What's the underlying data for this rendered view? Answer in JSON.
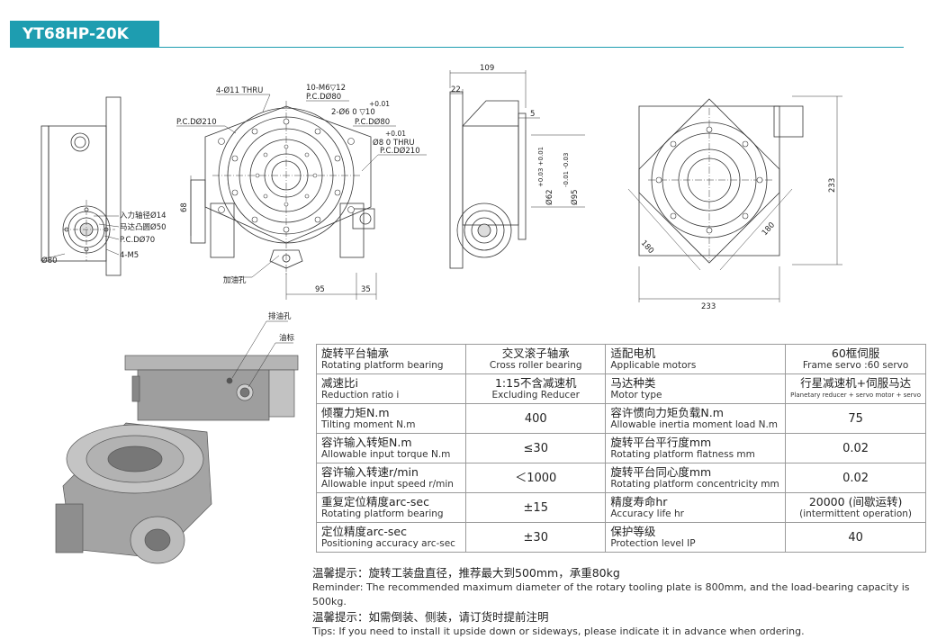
{
  "header": {
    "model": "YT68HP-20K"
  },
  "drawing_labels": {
    "front": {
      "thru11": "4-Ø11 THRU",
      "pcd210": "P.C.DØ210",
      "m6": "10-M6▽12",
      "pcd80a": "P.C.DØ80",
      "hole6": "2-Ø6  0  ▽10",
      "tol6": "+0.01",
      "pcd80b": "P.C.DØ80",
      "hole8": "Ø8  0    THRU",
      "tol8": "+0.01",
      "pcd210b": "P.C.DØ210",
      "dim68": "68",
      "dim95": "95",
      "dim35": "35",
      "oil": "加油孔"
    },
    "left": {
      "shaft": "入力轴径Ø14",
      "spigot": "马达凸圆Ø50",
      "pcd70": "P.C.DØ70",
      "m5": "4-M5",
      "d80": "Ø80"
    },
    "side": {
      "dim109": "109",
      "dim22": "22",
      "dim5": "5",
      "d62": "Ø62",
      "tol62": "+0.03 +0.01",
      "d95": "Ø95",
      "tol95": "-0.01 -0.03"
    },
    "right": {
      "dim233v": "233",
      "dim233h": "233",
      "dim180a": "180",
      "dim180b": "180"
    },
    "bottom": {
      "drain": "排油孔",
      "gauge": "油标"
    }
  },
  "specs": [
    {
      "label_cn": "旋转平台轴承",
      "label_en": "Rotating platform bearing",
      "value_cn": "交叉滚子轴承",
      "value_en": "Cross roller bearing",
      "label2_cn": "适配电机",
      "label2_en": "Applicable motors",
      "value2_cn": "60框伺服",
      "value2_en": "Frame servo :60 servo"
    },
    {
      "label_cn": "减速比i",
      "label_en": "Reduction ratio i",
      "value_cn": "1:15不含减速机",
      "value_en": "Excluding Reducer",
      "label2_cn": "马达种类",
      "label2_en": "Motor type",
      "value2_cn": "行星减速机+伺服马达",
      "value2_en": "Planetary reducer + servo motor + servo"
    },
    {
      "label_cn": "倾覆力矩N.m",
      "label_en": "Tilting moment N.m",
      "value_cn": "400",
      "value_en": "",
      "label2_cn": "容许惯向力矩负载N.m",
      "label2_en": "Allowable inertia moment load N.m",
      "value2_cn": "75",
      "value2_en": ""
    },
    {
      "label_cn": "容许输入转矩N.m",
      "label_en": "Allowable input torque N.m",
      "value_cn": "≤30",
      "value_en": "",
      "label2_cn": "旋转平台平行度mm",
      "label2_en": "Rotating platform flatness mm",
      "value2_cn": "0.02",
      "value2_en": ""
    },
    {
      "label_cn": "容许输入转速r/min",
      "label_en": "Allowable input speed r/min",
      "value_cn": "＜1000",
      "value_en": "",
      "label2_cn": "旋转平台同心度mm",
      "label2_en": "Rotating platform concentricity mm",
      "value2_cn": "0.02",
      "value2_en": ""
    },
    {
      "label_cn": "重复定位精度arc-sec",
      "label_en": "Rotating platform bearing",
      "value_cn": "±15",
      "value_en": "",
      "label2_cn": "精度寿命hr",
      "label2_en": "Accuracy life hr",
      "value2_cn": "20000 (间歇运转)",
      "value2_en": "(intermittent operation)"
    },
    {
      "label_cn": "定位精度arc-sec",
      "label_en": "Positioning accuracy arc-sec",
      "value_cn": "±30",
      "value_en": "",
      "label2_cn": "保护等级",
      "label2_en": "Protection level IP",
      "value2_cn": "40",
      "value2_en": ""
    }
  ],
  "notes": {
    "reminder_cn": "温馨提示：旋转工装盘直径，推荐最大到500mm，承重80kg",
    "reminder_en": "Reminder: The recommended maximum diameter of the rotary tooling plate is 800mm, and the load-bearing capacity is 500kg.",
    "tips_cn": "温馨提示：如需倒装、侧装，请订货时提前注明",
    "tips_en": "Tips: If you need to install it upside down or sideways, please indicate it in advance when ordering."
  },
  "colors": {
    "accent": "#1e9db0",
    "line": "#333333",
    "shade": "#9e9e9e"
  }
}
